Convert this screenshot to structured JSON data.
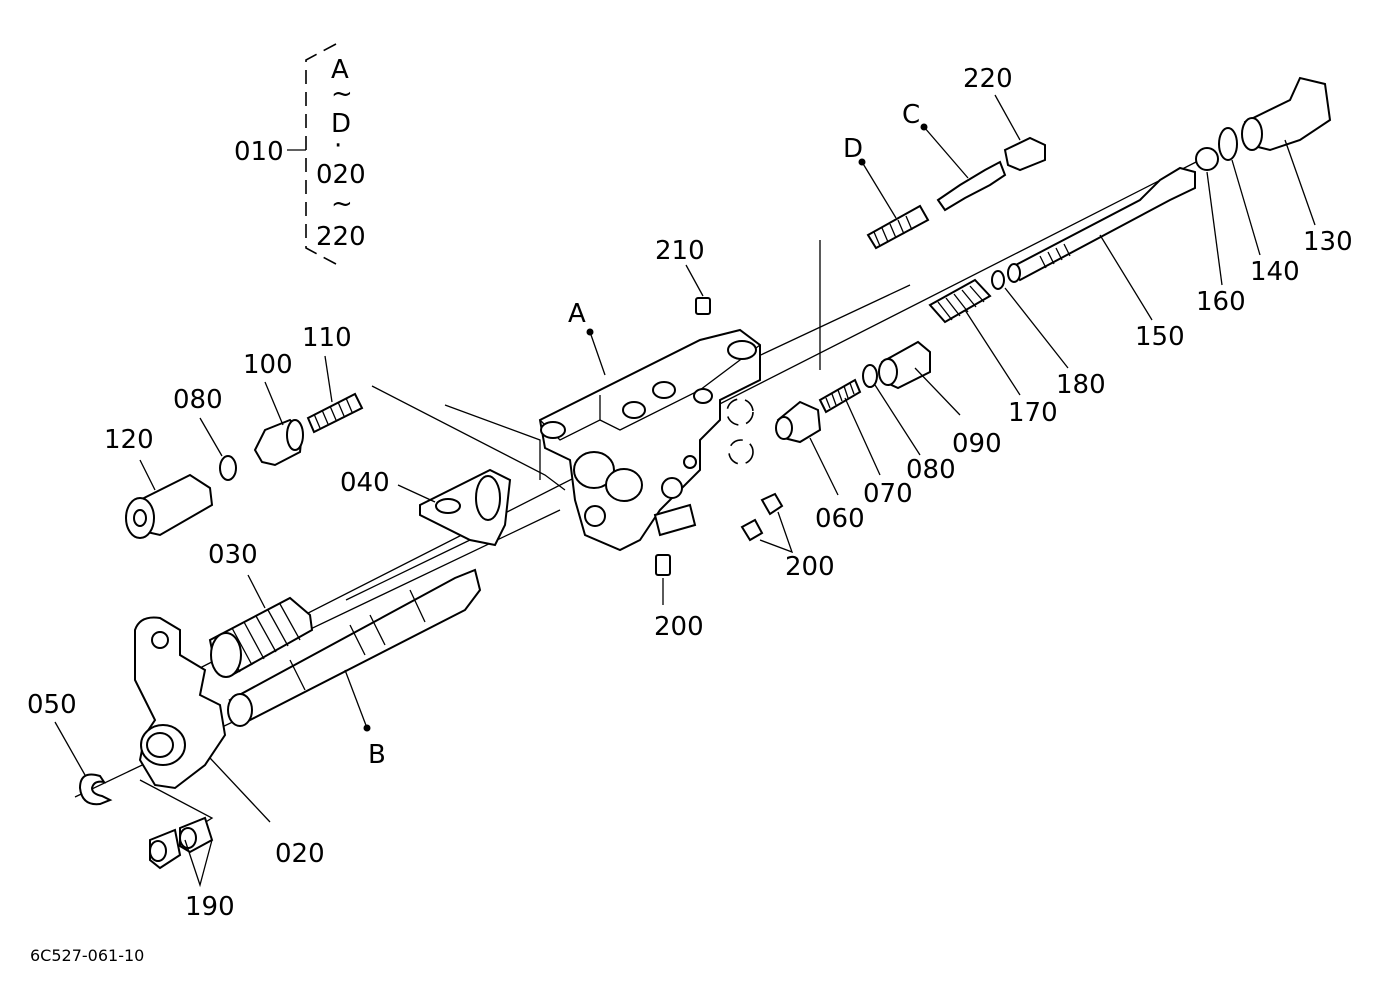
{
  "drawing": {
    "code": "6C527-061-10"
  },
  "legend": {
    "assembly": "010",
    "range_top_start": "A",
    "range_top_tilde": "~",
    "range_top_end": "D",
    "range_sep": "·",
    "range_bot_start": "020",
    "range_bot_tilde": "~",
    "range_bot_end": "220"
  },
  "labels": {
    "p020": "020",
    "p030": "030",
    "p040": "040",
    "p050": "050",
    "p060": "060",
    "p070": "070",
    "p080_left": "080",
    "p080_right": "080",
    "p090": "090",
    "p100": "100",
    "p110": "110",
    "p120": "120",
    "p130": "130",
    "p140": "140",
    "p150": "150",
    "p160": "160",
    "p170": "170",
    "p180": "180",
    "p190": "190",
    "p200_right": "200",
    "p200_bottom": "200",
    "p210": "210",
    "p220": "220",
    "refA": "A",
    "refB": "B",
    "refC": "C",
    "refD": "D"
  }
}
